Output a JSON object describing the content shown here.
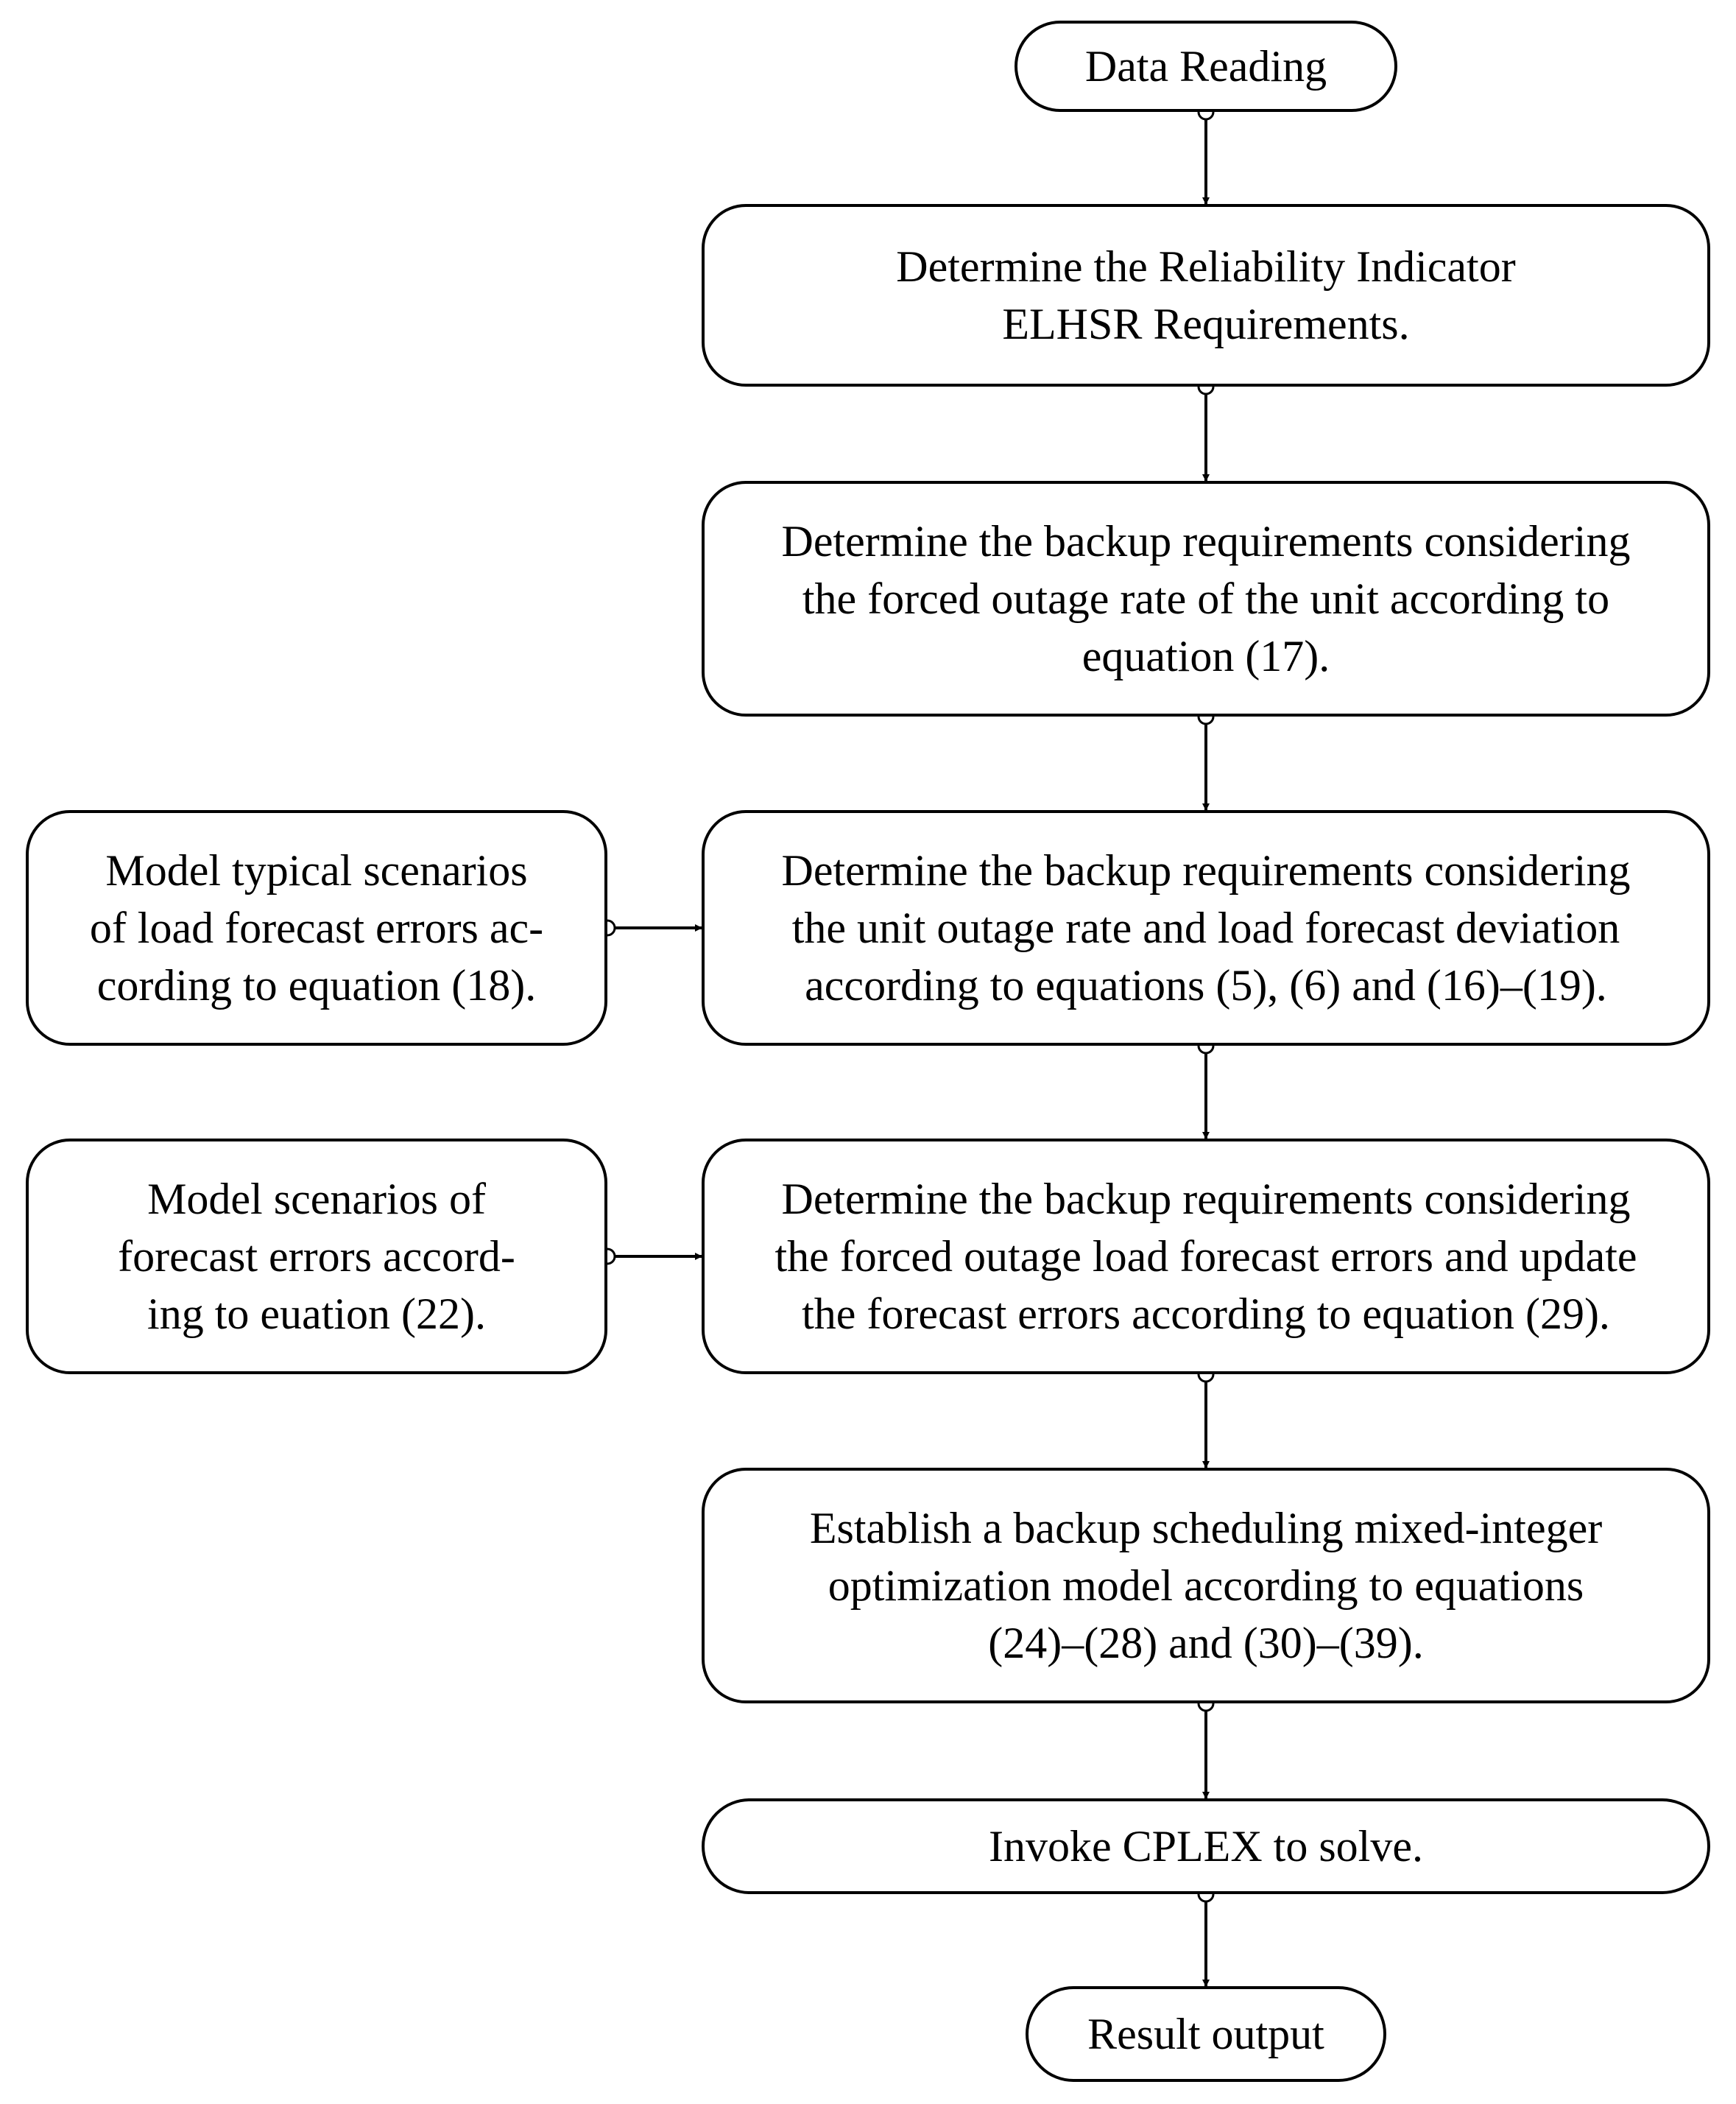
{
  "diagram": {
    "colors": {
      "stroke": "#000000",
      "fill": "#ffffff",
      "text": "#000000"
    },
    "nodes": {
      "data_reading": {
        "lines": [
          "Data Reading"
        ]
      },
      "reliability": {
        "lines": [
          "Determine the Reliability Indicator",
          "ELHSR Requirements."
        ]
      },
      "forced_outage": {
        "lines": [
          "Determine the backup requirements considering",
          "the forced outage rate of the unit according to",
          "equation (17)."
        ]
      },
      "unit_outage_load": {
        "lines": [
          "Determine the backup requirements considering",
          "the unit outage rate and load forecast deviation",
          "according to equations  (5), (6) and (16)–(19)."
        ]
      },
      "model_typical": {
        "lines": [
          "Model typical scenarios",
          "of load forecast errors ac-",
          "cording to equation (18)."
        ]
      },
      "forced_outage_load": {
        "lines": [
          "Determine the backup requirements considering",
          "the forced outage load forecast errors and update",
          "the forecast errors according to equation (29)."
        ]
      },
      "model_scenarios": {
        "lines": [
          "Model scenarios of",
          "forecast errors accord-",
          "ing to euation (22)."
        ]
      },
      "establish": {
        "lines": [
          "Establish a backup scheduling mixed-integer",
          "optimization model according to equations",
          "(24)–(28) and (30)–(39)."
        ]
      },
      "invoke": {
        "lines": [
          "Invoke CPLEX to solve."
        ]
      },
      "result": {
        "lines": [
          "Result output"
        ]
      }
    },
    "edges": [
      {
        "from": "data_reading",
        "to": "reliability"
      },
      {
        "from": "reliability",
        "to": "forced_outage"
      },
      {
        "from": "forced_outage",
        "to": "unit_outage_load"
      },
      {
        "from": "model_typical",
        "to": "unit_outage_load"
      },
      {
        "from": "unit_outage_load",
        "to": "forced_outage_load"
      },
      {
        "from": "model_scenarios",
        "to": "forced_outage_load"
      },
      {
        "from": "forced_outage_load",
        "to": "establish"
      },
      {
        "from": "establish",
        "to": "invoke"
      },
      {
        "from": "invoke",
        "to": "result"
      }
    ]
  }
}
